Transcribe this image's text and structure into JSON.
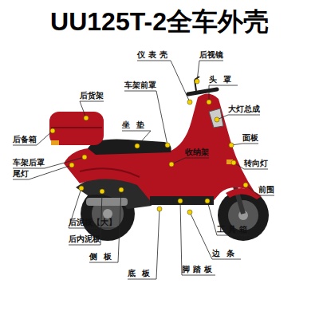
{
  "diagram": {
    "title": "UU125T-2全车外壳",
    "labels": [
      "仪表壳",
      "后视镜",
      "头罩",
      "车架前罩",
      "后货架",
      "大灯总成",
      "坐垫",
      "面板",
      "后备箱",
      "收纳架",
      "车架后罩",
      "转向灯",
      "尾灯",
      "前围",
      "后泥板【大】",
      "工具箱",
      "后内泥板",
      "边条",
      "侧板",
      "脚踏板",
      "底板"
    ]
  }
}
